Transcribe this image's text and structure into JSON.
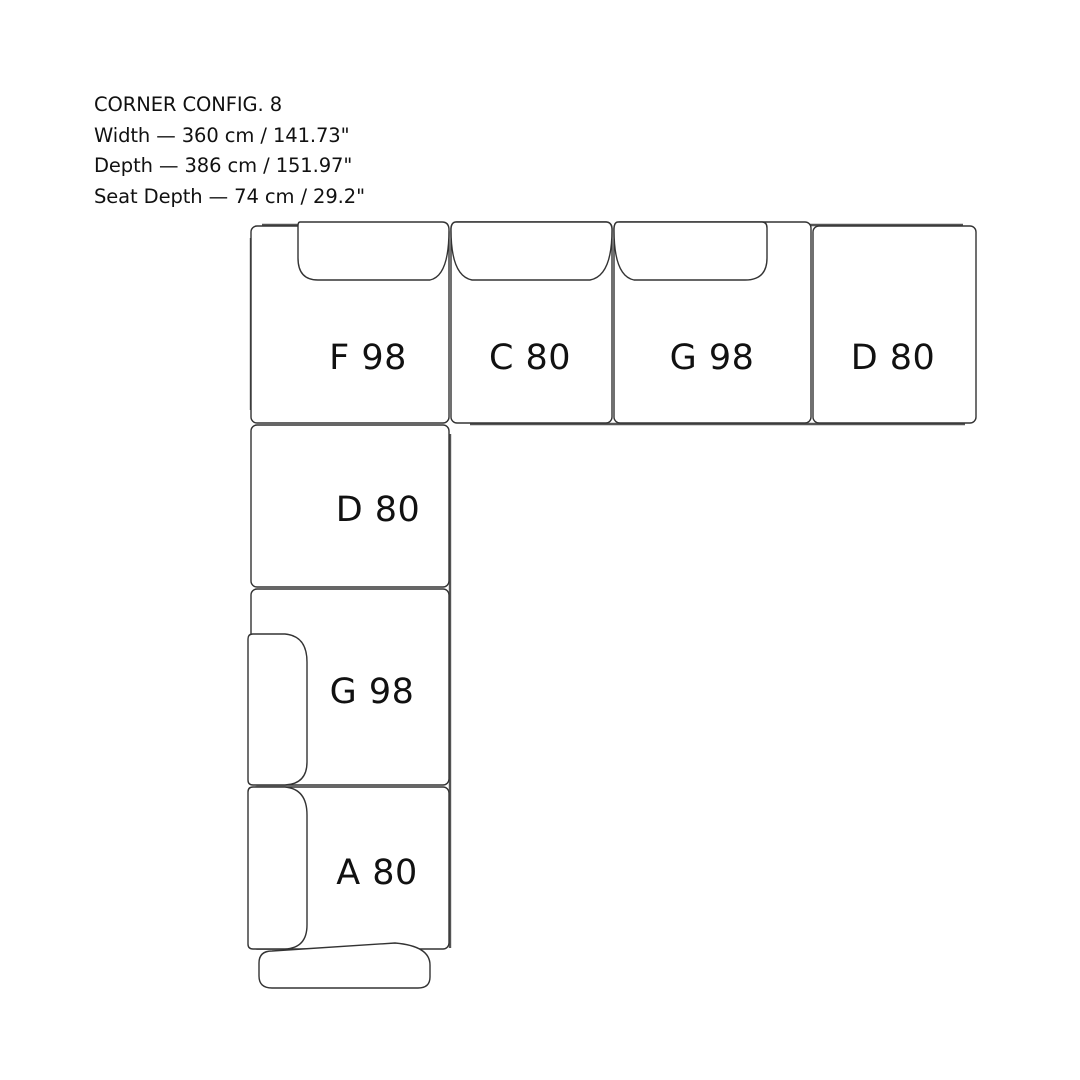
{
  "header": {
    "title": "CORNER CONFIG. 8",
    "width": "Width — 360 cm / 141.73\"",
    "depth": "Depth — 386 cm / 151.97\"",
    "seat_depth": "Seat Depth — 74 cm / 29.2\""
  },
  "modules": {
    "top_row": [
      {
        "label": "F 98",
        "type": "F",
        "size": "98",
        "backrest": "top-partial"
      },
      {
        "label": "C 80",
        "type": "C",
        "size": "80",
        "backrest": "top"
      },
      {
        "label": "G 98",
        "type": "G",
        "size": "98",
        "backrest": "top-partial"
      },
      {
        "label": "D 80",
        "type": "D",
        "size": "80",
        "backrest": "none"
      }
    ],
    "left_column": [
      {
        "label": "D 80",
        "type": "D",
        "size": "80",
        "backrest": "none"
      },
      {
        "label": "G 98",
        "type": "G",
        "size": "98",
        "backrest": "left-partial"
      },
      {
        "label": "A 80",
        "type": "A",
        "size": "80",
        "backrest": "left-and-bottom-armrest"
      }
    ]
  },
  "colors": {
    "line": "#333333",
    "text": "#111111",
    "background": "#ffffff"
  }
}
